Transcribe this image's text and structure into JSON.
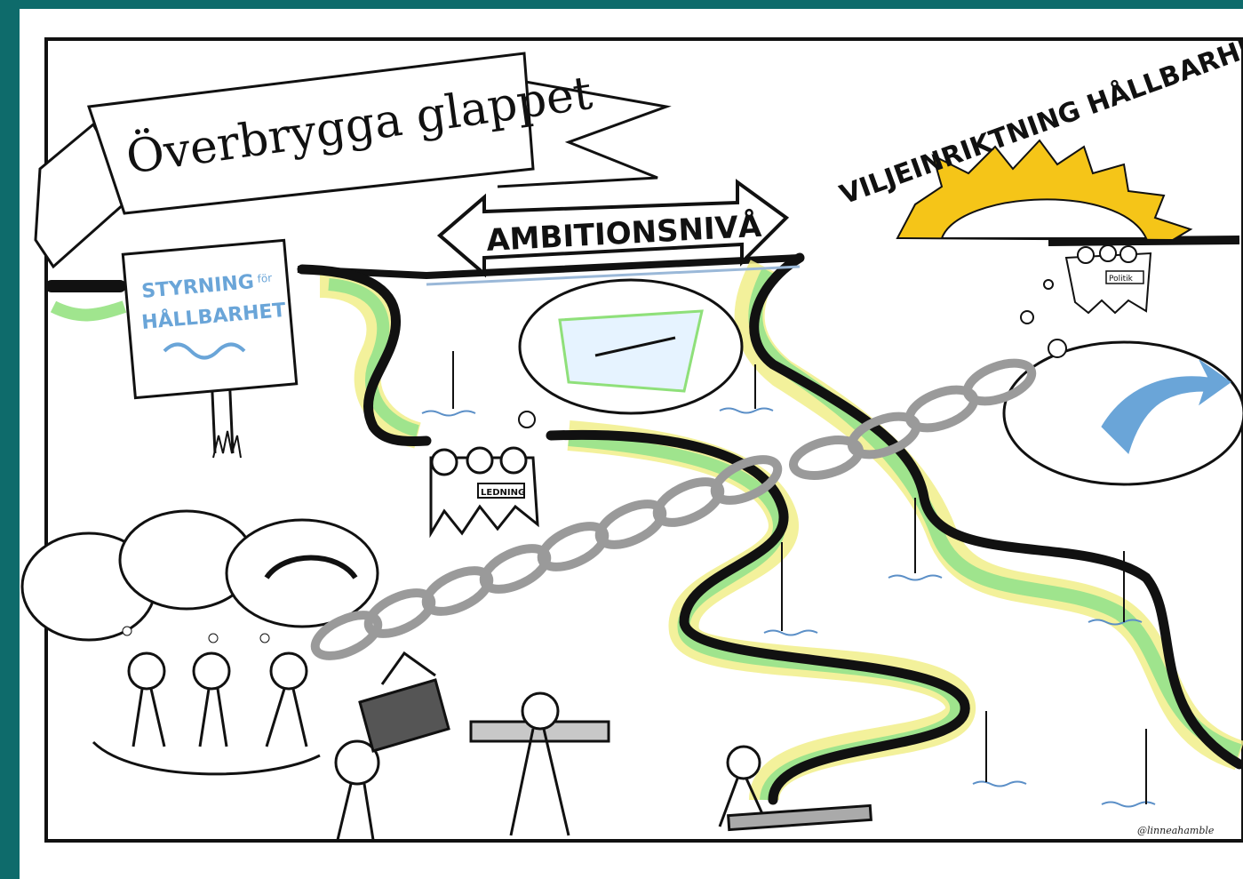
{
  "title_banner": {
    "text": "Överbrygga glappet"
  },
  "ambition_arrow": {
    "text": "AMBITIONSNIVÅ"
  },
  "sun_arc": {
    "text": "VILJEINRIKTNING HÅLLBARHET"
  },
  "sign": {
    "line1": "STYRNING",
    "line1_small": "för",
    "line2": "HÅLLBARHET"
  },
  "ledning_label": "LEDNING",
  "politik_label": "Politik",
  "signature": "@linneahamble",
  "colors": {
    "background": "#0e6b6b",
    "green": "#8fe07a",
    "yellow": "#f2ef8a",
    "sun": "#f5c518",
    "blue": "#6aa5d8",
    "ink": "#111111",
    "chain": "#9a9a9a"
  }
}
